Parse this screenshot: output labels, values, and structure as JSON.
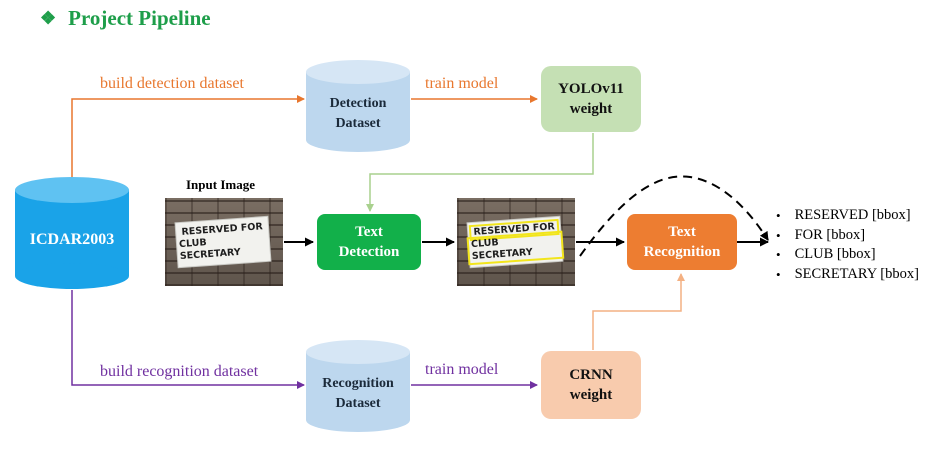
{
  "title": "Project Pipeline",
  "nodes": {
    "source": "ICDAR2003",
    "detection_dataset": "Detection\nDataset",
    "recognition_dataset": "Recognition\nDataset",
    "yolo_weight": "YOLOv11\nweight",
    "crnn_weight": "CRNN\nweight",
    "text_detection": "Text\nDetection",
    "text_recognition": "Text\nRecognition"
  },
  "edge_labels": {
    "build_detection": "build detection dataset",
    "build_recognition": "build recognition dataset",
    "train_detection": "train model",
    "train_recognition": "train model"
  },
  "input_image_label": "Input Image",
  "sign_text": {
    "line1": "RESERVED FOR",
    "line2": "CLUB SECRETARY"
  },
  "outputs": [
    "RESERVED [bbox]",
    "FOR [bbox]",
    "CLUB [bbox]",
    "SECRETARY [bbox]"
  ],
  "colors": {
    "title": "#1e9e4a",
    "orange_edge": "#e8772e",
    "purple_edge": "#7030a0",
    "cylinder_source": "#1aa3e8",
    "cylinder_dataset": "#bdd7ee",
    "yolo_box": "#c5e0b4",
    "crnn_box": "#f8cbad",
    "detection_box": "#12b04a",
    "recognition_box": "#ed7d31"
  },
  "icons": [
    "diamond-bullet-icon"
  ]
}
